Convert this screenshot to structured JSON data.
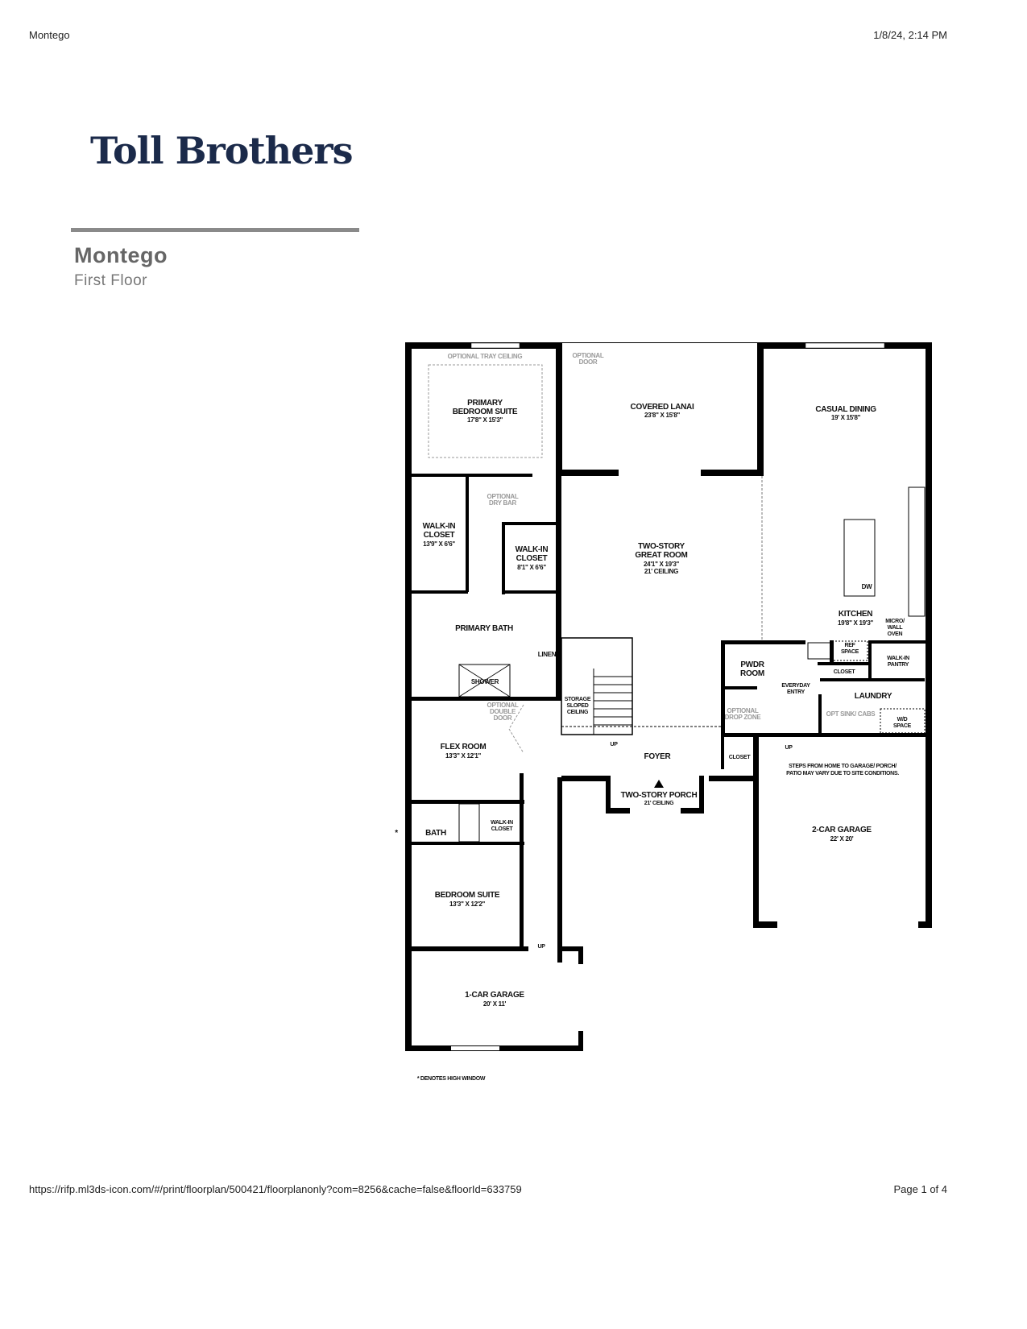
{
  "header": {
    "title": "Montego",
    "datetime": "1/8/24, 2:14 PM"
  },
  "footer": {
    "url": "https://rifp.ml3ds-icon.com/#/print/floorplan/500421/floorplanonly?com=8256&cache=false&floorId=633759",
    "page": "Page 1 of 4"
  },
  "brand": {
    "logo_text": "Toll Brothers",
    "color": "#1b2a4a"
  },
  "plan": {
    "name": "Montego",
    "floor": "First Floor"
  },
  "rooms": {
    "tray": "OPTIONAL TRAY CEILING",
    "opt_door_1": "OPTIONAL",
    "opt_door_2": "DOOR",
    "primary_1": "PRIMARY",
    "primary_2": "BEDROOM SUITE",
    "primary_dim": "17'8\" X 15'3\"",
    "lanai": "COVERED LANAI",
    "lanai_dim": "23'8\" X 15'8\"",
    "dining": "CASUAL DINING",
    "dining_dim": "19' X 15'8\"",
    "dry_1": "OPTIONAL",
    "dry_2": "DRY BAR",
    "wic1_1": "WALK-IN",
    "wic1_2": "CLOSET",
    "wic1_dim": "13'9\" X 6'6\"",
    "wic2_1": "WALK-IN",
    "wic2_2": "CLOSET",
    "wic2_dim": "8'1\" X 6'6\"",
    "great_1": "TWO-STORY",
    "great_2": "GREAT ROOM",
    "great_dim": "24'1\" X 19'3\"",
    "great_ceil": "21' CEILING",
    "dw": "DW",
    "kitchen": "KITCHEN",
    "kitchen_dim": "19'8\" X 19'3\"",
    "micro_1": "MICRO/",
    "micro_2": "WALL",
    "micro_3": "OVEN",
    "primary_bath": "PRIMARY BATH",
    "linen": "LINEN",
    "shower": "SHOWER",
    "ref_1": "REF",
    "ref_2": "SPACE",
    "pantry_1": "WALK-IN",
    "pantry_2": "PANTRY",
    "pwdr_1": "PWDR",
    "pwdr_2": "ROOM",
    "closet": "CLOSET",
    "entry_1": "EVERYDAY",
    "entry_2": "ENTRY",
    "laundry": "LAUNDRY",
    "storage_1": "STORAGE",
    "storage_2": "SLOPED",
    "storage_3": "CEILING",
    "dbl_1": "OPTIONAL",
    "dbl_2": "DOUBLE",
    "dbl_3": "DOOR",
    "drop_1": "OPTIONAL",
    "drop_2": "DROP ZONE",
    "sink": "OPT SINK/ CABS",
    "wd_1": "W/D",
    "wd_2": "SPACE",
    "up": "UP",
    "flex": "FLEX ROOM",
    "flex_dim": "13'3\" X 12'1\"",
    "foyer": "FOYER",
    "foyer_closet": "CLOSET",
    "steps_1": "STEPS FROM HOME TO GARAGE/ PORCH/",
    "steps_2": "PATIO MAY VARY DUE TO SITE CONDITIONS.",
    "porch": "TWO-STORY PORCH",
    "porch_ceil": "21' CEILING",
    "bath": "BATH",
    "wic3_1": "WALK-IN",
    "wic3_2": "CLOSET",
    "garage2": "2-CAR GARAGE",
    "garage2_dim": "22' X 20'",
    "bed": "BEDROOM SUITE",
    "bed_dim": "13'3\" X 12'2\"",
    "garage1": "1-CAR GARAGE",
    "garage1_dim": "20' X 11'",
    "asterisk": "*",
    "note": "* DENOTES HIGH WINDOW"
  }
}
